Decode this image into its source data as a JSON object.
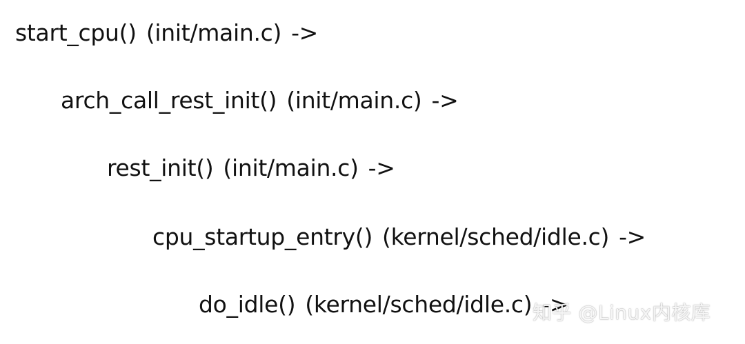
{
  "call_chain": [
    {
      "function": "start_cpu()",
      "file": "(init/main.c)",
      "arrow": "->"
    },
    {
      "function": "arch_call_rest_init()",
      "file": "(init/main.c)",
      "arrow": "->"
    },
    {
      "function": "rest_init()",
      "file": "(init/main.c)",
      "arrow": "->"
    },
    {
      "function": "cpu_startup_entry()",
      "file": "(kernel/sched/idle.c)",
      "arrow": "->"
    },
    {
      "function": "do_idle()",
      "file": "(kernel/sched/idle.c)",
      "arrow": "->"
    }
  ],
  "watermark": {
    "text": "知乎 @Linux内核库"
  }
}
